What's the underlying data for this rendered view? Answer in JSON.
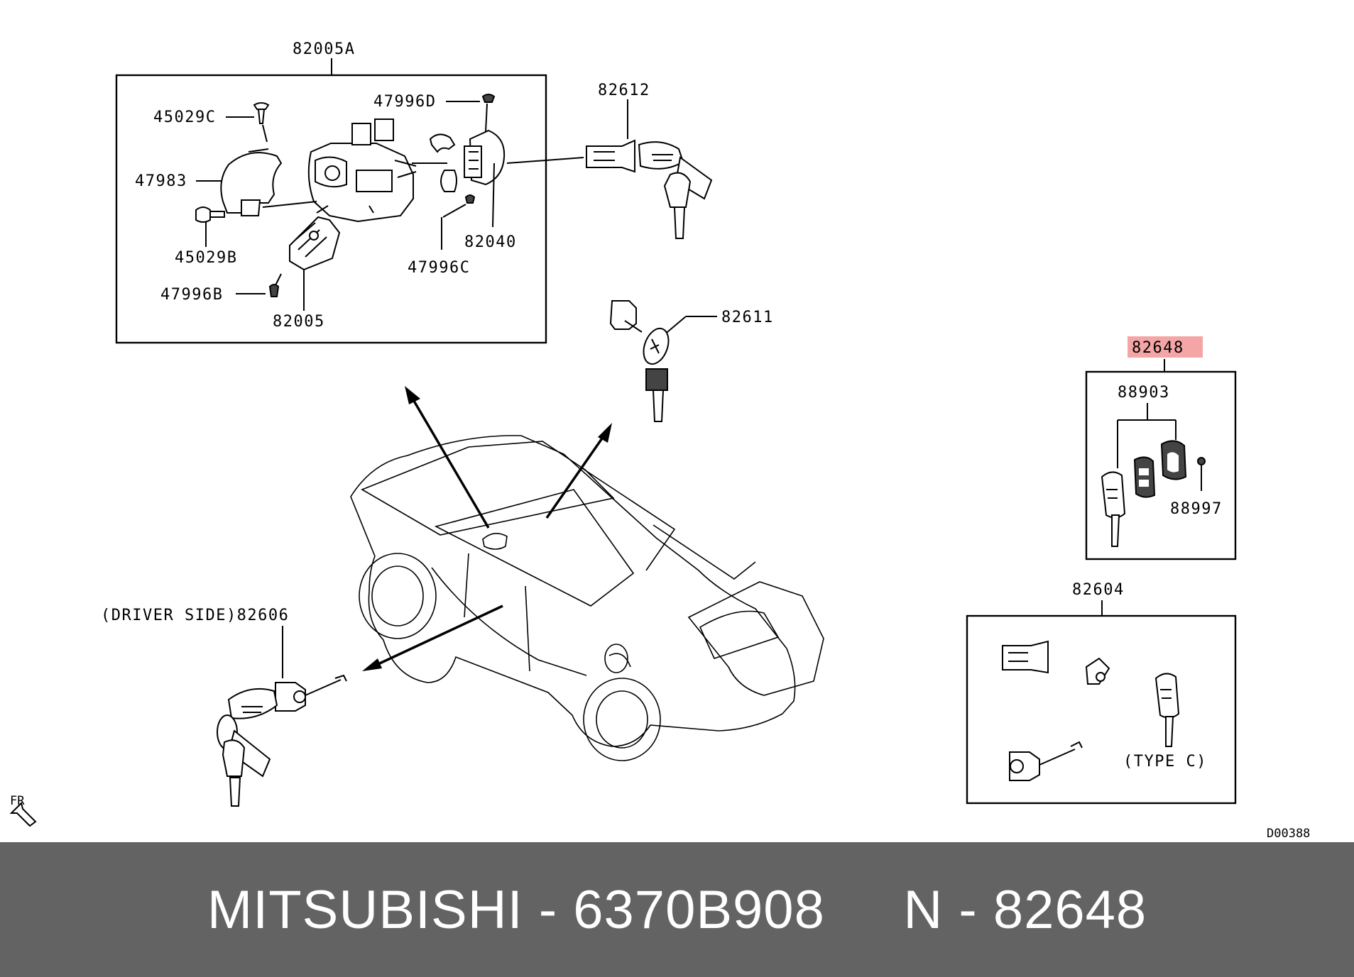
{
  "diagram": {
    "labels": {
      "assy_82005A": "82005A",
      "p45029C": "45029C",
      "p47996D": "47996D",
      "p47983": "47983",
      "p45029B": "45029B",
      "p82040": "82040",
      "p47996C": "47996C",
      "p47996B": "47996B",
      "p82005": "82005",
      "p82612": "82612",
      "p82611": "82611",
      "p82648": "82648",
      "p88903": "88903",
      "p88997": "88997",
      "p82604": "82604",
      "type_c": "(TYPE C)",
      "driver_side": "(DRIVER SIDE)82606",
      "fr": "FR",
      "drawing_code": "D00388"
    },
    "highlight_color": "#f4a6a6"
  },
  "footer": {
    "text": "MITSUBISHI - 6370B908     N - 82648",
    "background": "#636363"
  }
}
